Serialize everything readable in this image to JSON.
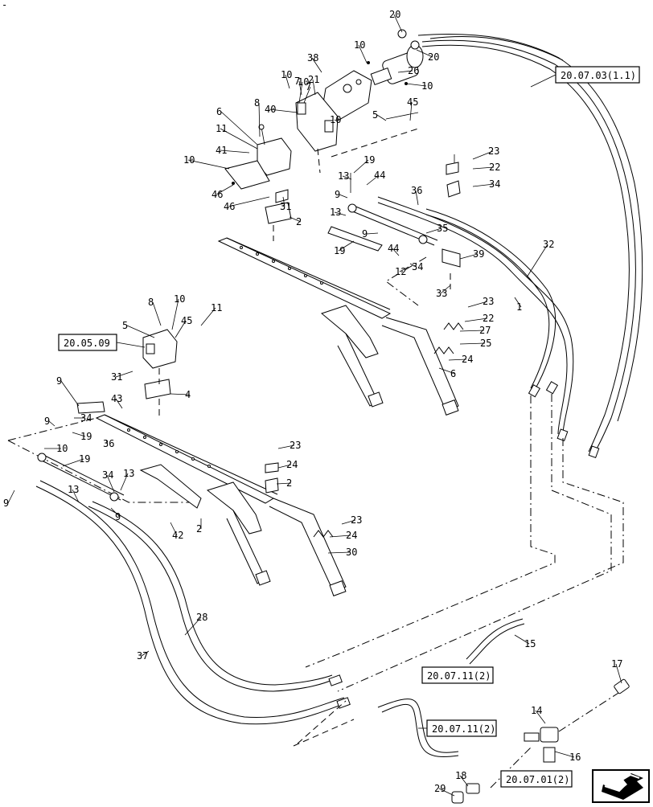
{
  "corner_mark": "-",
  "references": [
    {
      "text": "20.07.03(1.1)"
    },
    {
      "text": "20.05.09"
    },
    {
      "text": "20.07.11(2)"
    },
    {
      "text": "20.07.11(2)"
    },
    {
      "text": "20.07.01(2)"
    }
  ],
  "callouts": [
    "20",
    "20",
    "26",
    "10",
    "10",
    "38",
    "10",
    "7",
    "21",
    "40",
    "10",
    "7",
    "10",
    "5",
    "45",
    "6",
    "8",
    "11",
    "41",
    "10",
    "46",
    "46",
    "31",
    "2",
    "23",
    "22",
    "34",
    "19",
    "13",
    "44",
    "9",
    "13",
    "36",
    "9",
    "35",
    "19",
    "44",
    "34",
    "12",
    "39",
    "33",
    "32",
    "1",
    "23",
    "22",
    "27",
    "25",
    "24",
    "6",
    "8",
    "10",
    "11",
    "45",
    "5",
    "31",
    "4",
    "43",
    "9",
    "34",
    "9",
    "19",
    "10",
    "36",
    "19",
    "34",
    "13",
    "9",
    "13",
    "9",
    "42",
    "2",
    "23",
    "24",
    "2",
    "23",
    "24",
    "30",
    "28",
    "37",
    "15",
    "17",
    "14",
    "16",
    "18",
    "29"
  ],
  "nav_icon": "next-page-arrow-icon"
}
